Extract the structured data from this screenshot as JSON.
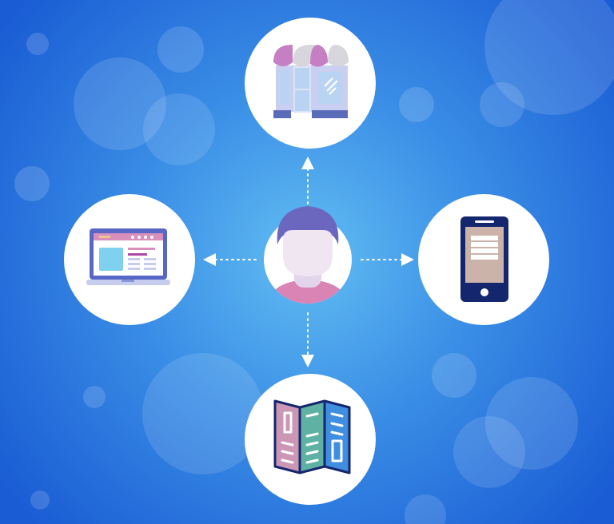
{
  "colors": {
    "background_center": "#62bdf2",
    "background_edge": "#1a5cd4",
    "node_fill": "#ffffff",
    "arrow": "#ffffff",
    "awning_pink": "#c77fc4",
    "awning_gray": "#d6d6dc",
    "laptop_frame": "#5867c6",
    "laptop_header": "#d98fbc",
    "phone_body": "#14266e",
    "phone_screen": "#cbb3aa",
    "brochure_outline": "#14266e",
    "brochure_pink": "#cc97b4",
    "brochure_teal": "#5fb2a3",
    "brochure_blue": "#3f8ee0",
    "person_hair": "#6b67bf",
    "person_shirt": "#d984b4",
    "person_skin": "#efe6f2"
  },
  "center": {
    "icon": "person-avatar-icon"
  },
  "channels": [
    {
      "id": "store",
      "icon": "storefront-icon",
      "direction": "up"
    },
    {
      "id": "web",
      "icon": "laptop-website-icon",
      "direction": "left"
    },
    {
      "id": "mobile",
      "icon": "smartphone-icon",
      "direction": "right"
    },
    {
      "id": "print",
      "icon": "brochure-icon",
      "direction": "down"
    }
  ]
}
